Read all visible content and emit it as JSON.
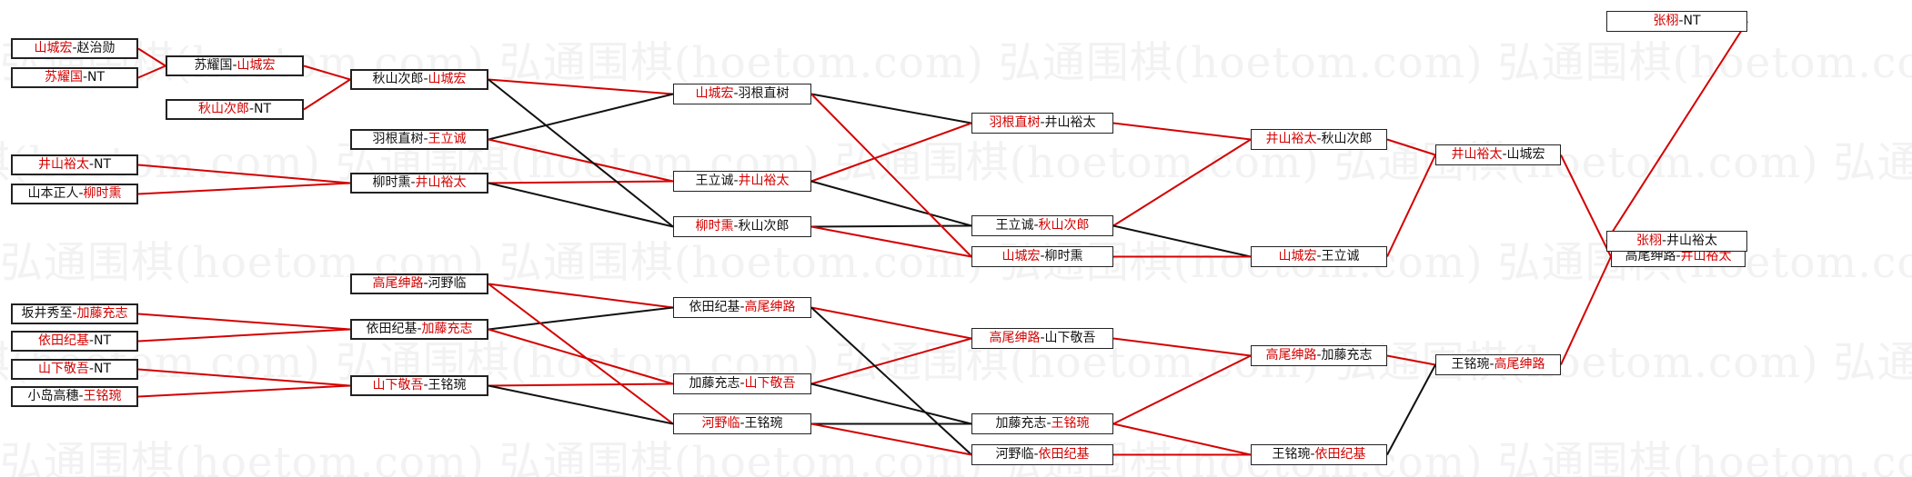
{
  "watermark_text": "弘通围棋(hoetom.com)",
  "colors": {
    "winner": "#d40000",
    "text": "#111111",
    "border": "#222222",
    "line_red": "#d40000",
    "line_black": "#111111",
    "watermark": "#f2f2f2"
  },
  "round1": [
    {
      "p1": "山城宏",
      "p2": "赵治勋",
      "win": 1
    },
    {
      "p1": "苏耀国",
      "p2": "NT",
      "win": 1
    },
    {
      "p1": "井山裕太",
      "p2": "NT",
      "win": 1
    },
    {
      "p1": "山本正人",
      "p2": "柳时熏",
      "win": 2
    },
    {
      "p1": "坂井秀至",
      "p2": "加藤充志",
      "win": 2
    },
    {
      "p1": "依田纪基",
      "p2": "NT",
      "win": 1
    },
    {
      "p1": "山下敬吾",
      "p2": "NT",
      "win": 1
    },
    {
      "p1": "小岛高穗",
      "p2": "王铭琬",
      "win": 2
    }
  ],
  "round2": [
    {
      "p1": "苏耀国",
      "p2": "山城宏",
      "win": 2
    },
    {
      "p1": "秋山次郎",
      "p2": "NT",
      "win": 1
    }
  ],
  "round3": [
    {
      "p1": "秋山次郎",
      "p2": "山城宏",
      "win": 2
    },
    {
      "p1": "羽根直树",
      "p2": "王立诚",
      "win": 2
    },
    {
      "p1": "柳时熏",
      "p2": "井山裕太",
      "win": 2
    },
    {
      "p1": "高尾绅路",
      "p2": "河野临",
      "win": 1
    },
    {
      "p1": "依田纪基",
      "p2": "加藤充志",
      "win": 2
    },
    {
      "p1": "山下敬吾",
      "p2": "王铭琬",
      "win": 1
    }
  ],
  "round4": [
    {
      "p1": "山城宏",
      "p2": "羽根直树",
      "win": 1
    },
    {
      "p1": "王立诚",
      "p2": "井山裕太",
      "win": 2
    },
    {
      "p1": "柳时熏",
      "p2": "秋山次郎",
      "win": 1
    },
    {
      "p1": "依田纪基",
      "p2": "高尾绅路",
      "win": 2
    },
    {
      "p1": "加藤充志",
      "p2": "山下敬吾",
      "win": 2
    },
    {
      "p1": "河野临",
      "p2": "王铭琬",
      "win": 1
    }
  ],
  "round5": [
    {
      "p1": "羽根直树",
      "p2": "井山裕太",
      "win": 1
    },
    {
      "p1": "王立诚",
      "p2": "秋山次郎",
      "win": 2
    },
    {
      "p1": "山城宏",
      "p2": "柳时熏",
      "win": 1
    },
    {
      "p1": "高尾绅路",
      "p2": "山下敬吾",
      "win": 1
    },
    {
      "p1": "加藤充志",
      "p2": "王铭琬",
      "win": 2
    },
    {
      "p1": "河野临",
      "p2": "依田纪基",
      "win": 2
    }
  ],
  "round6": [
    {
      "p1": "井山裕太",
      "p2": "秋山次郎",
      "win": 1
    },
    {
      "p1": "山城宏",
      "p2": "王立诚",
      "win": 1
    },
    {
      "p1": "高尾绅路",
      "p2": "加藤充志",
      "win": 1
    },
    {
      "p1": "王铭琬",
      "p2": "依田纪基",
      "win": 2
    }
  ],
  "round7": [
    {
      "p1": "井山裕太",
      "p2": "山城宏",
      "win": 1
    },
    {
      "p1": "王铭琬",
      "p2": "高尾绅路",
      "win": 2
    }
  ],
  "round8": [
    {
      "p1": "高尾绅路",
      "p2": "井山裕太",
      "win": 2
    }
  ],
  "final": [
    {
      "p1": "张栩",
      "p2": "NT",
      "win": 1
    },
    {
      "p1": "张栩",
      "p2": "井山裕太",
      "win": 1
    }
  ]
}
